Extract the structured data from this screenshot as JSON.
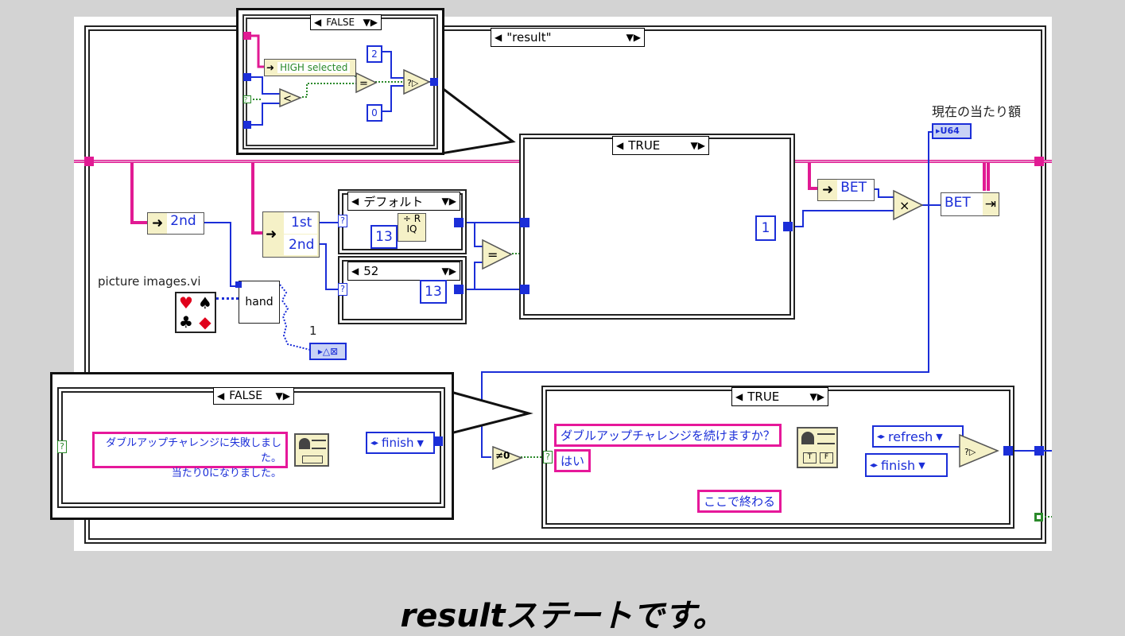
{
  "main_case": {
    "selector": "\"result\""
  },
  "callout_top": {
    "selector": "FALSE",
    "label": "HIGH selected",
    "const_2": "2",
    "const_0": "0"
  },
  "inner_true": {
    "selector": "TRUE",
    "const_1": "1"
  },
  "unbundle_2nd": "2nd",
  "unbundle_1st": "1st",
  "unbundle_1st_2nd": "2nd",
  "default_case": {
    "selector": "デフォルト",
    "const": "13"
  },
  "case_52": {
    "selector": "52",
    "const": "13"
  },
  "picture_label": "picture images.vi",
  "hand_label": "hand",
  "const_one": "1",
  "current_amount_label": "現在の当たり額",
  "u64_label": "U64",
  "bet_unbundle": "BET",
  "bet_bundle": "BET",
  "callout_bottom": {
    "selector": "FALSE",
    "message_line1": "ダブルアップチャレンジに失敗しました。",
    "message_line2": "当たり0になりました。",
    "enum": "finish"
  },
  "bottom_true": {
    "selector": "TRUE",
    "prompt": "ダブルアップチャレンジを続けますか？",
    "yes": "はい",
    "quit": "ここで終わる",
    "refresh_enum": "refresh",
    "finish_enum": "finish"
  },
  "not_zero_label": "≠0",
  "caption": "resultステートです。"
}
